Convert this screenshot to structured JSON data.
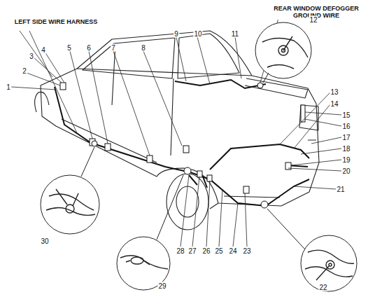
{
  "diagram": {
    "labels": [
      "LEFT SIDE WIRE HARNESS",
      "REAR WINDOW DEFOGGER GROUND WIRE",
      "1",
      "2",
      "3",
      "4",
      "5",
      "6",
      "7",
      "8",
      "9",
      "10",
      "11",
      "12",
      "13",
      "14",
      "15",
      "16",
      "17",
      "18",
      "19",
      "20",
      "21",
      "22",
      "23",
      "24",
      "25",
      "26",
      "27",
      "28",
      "29",
      "30"
    ]
  }
}
